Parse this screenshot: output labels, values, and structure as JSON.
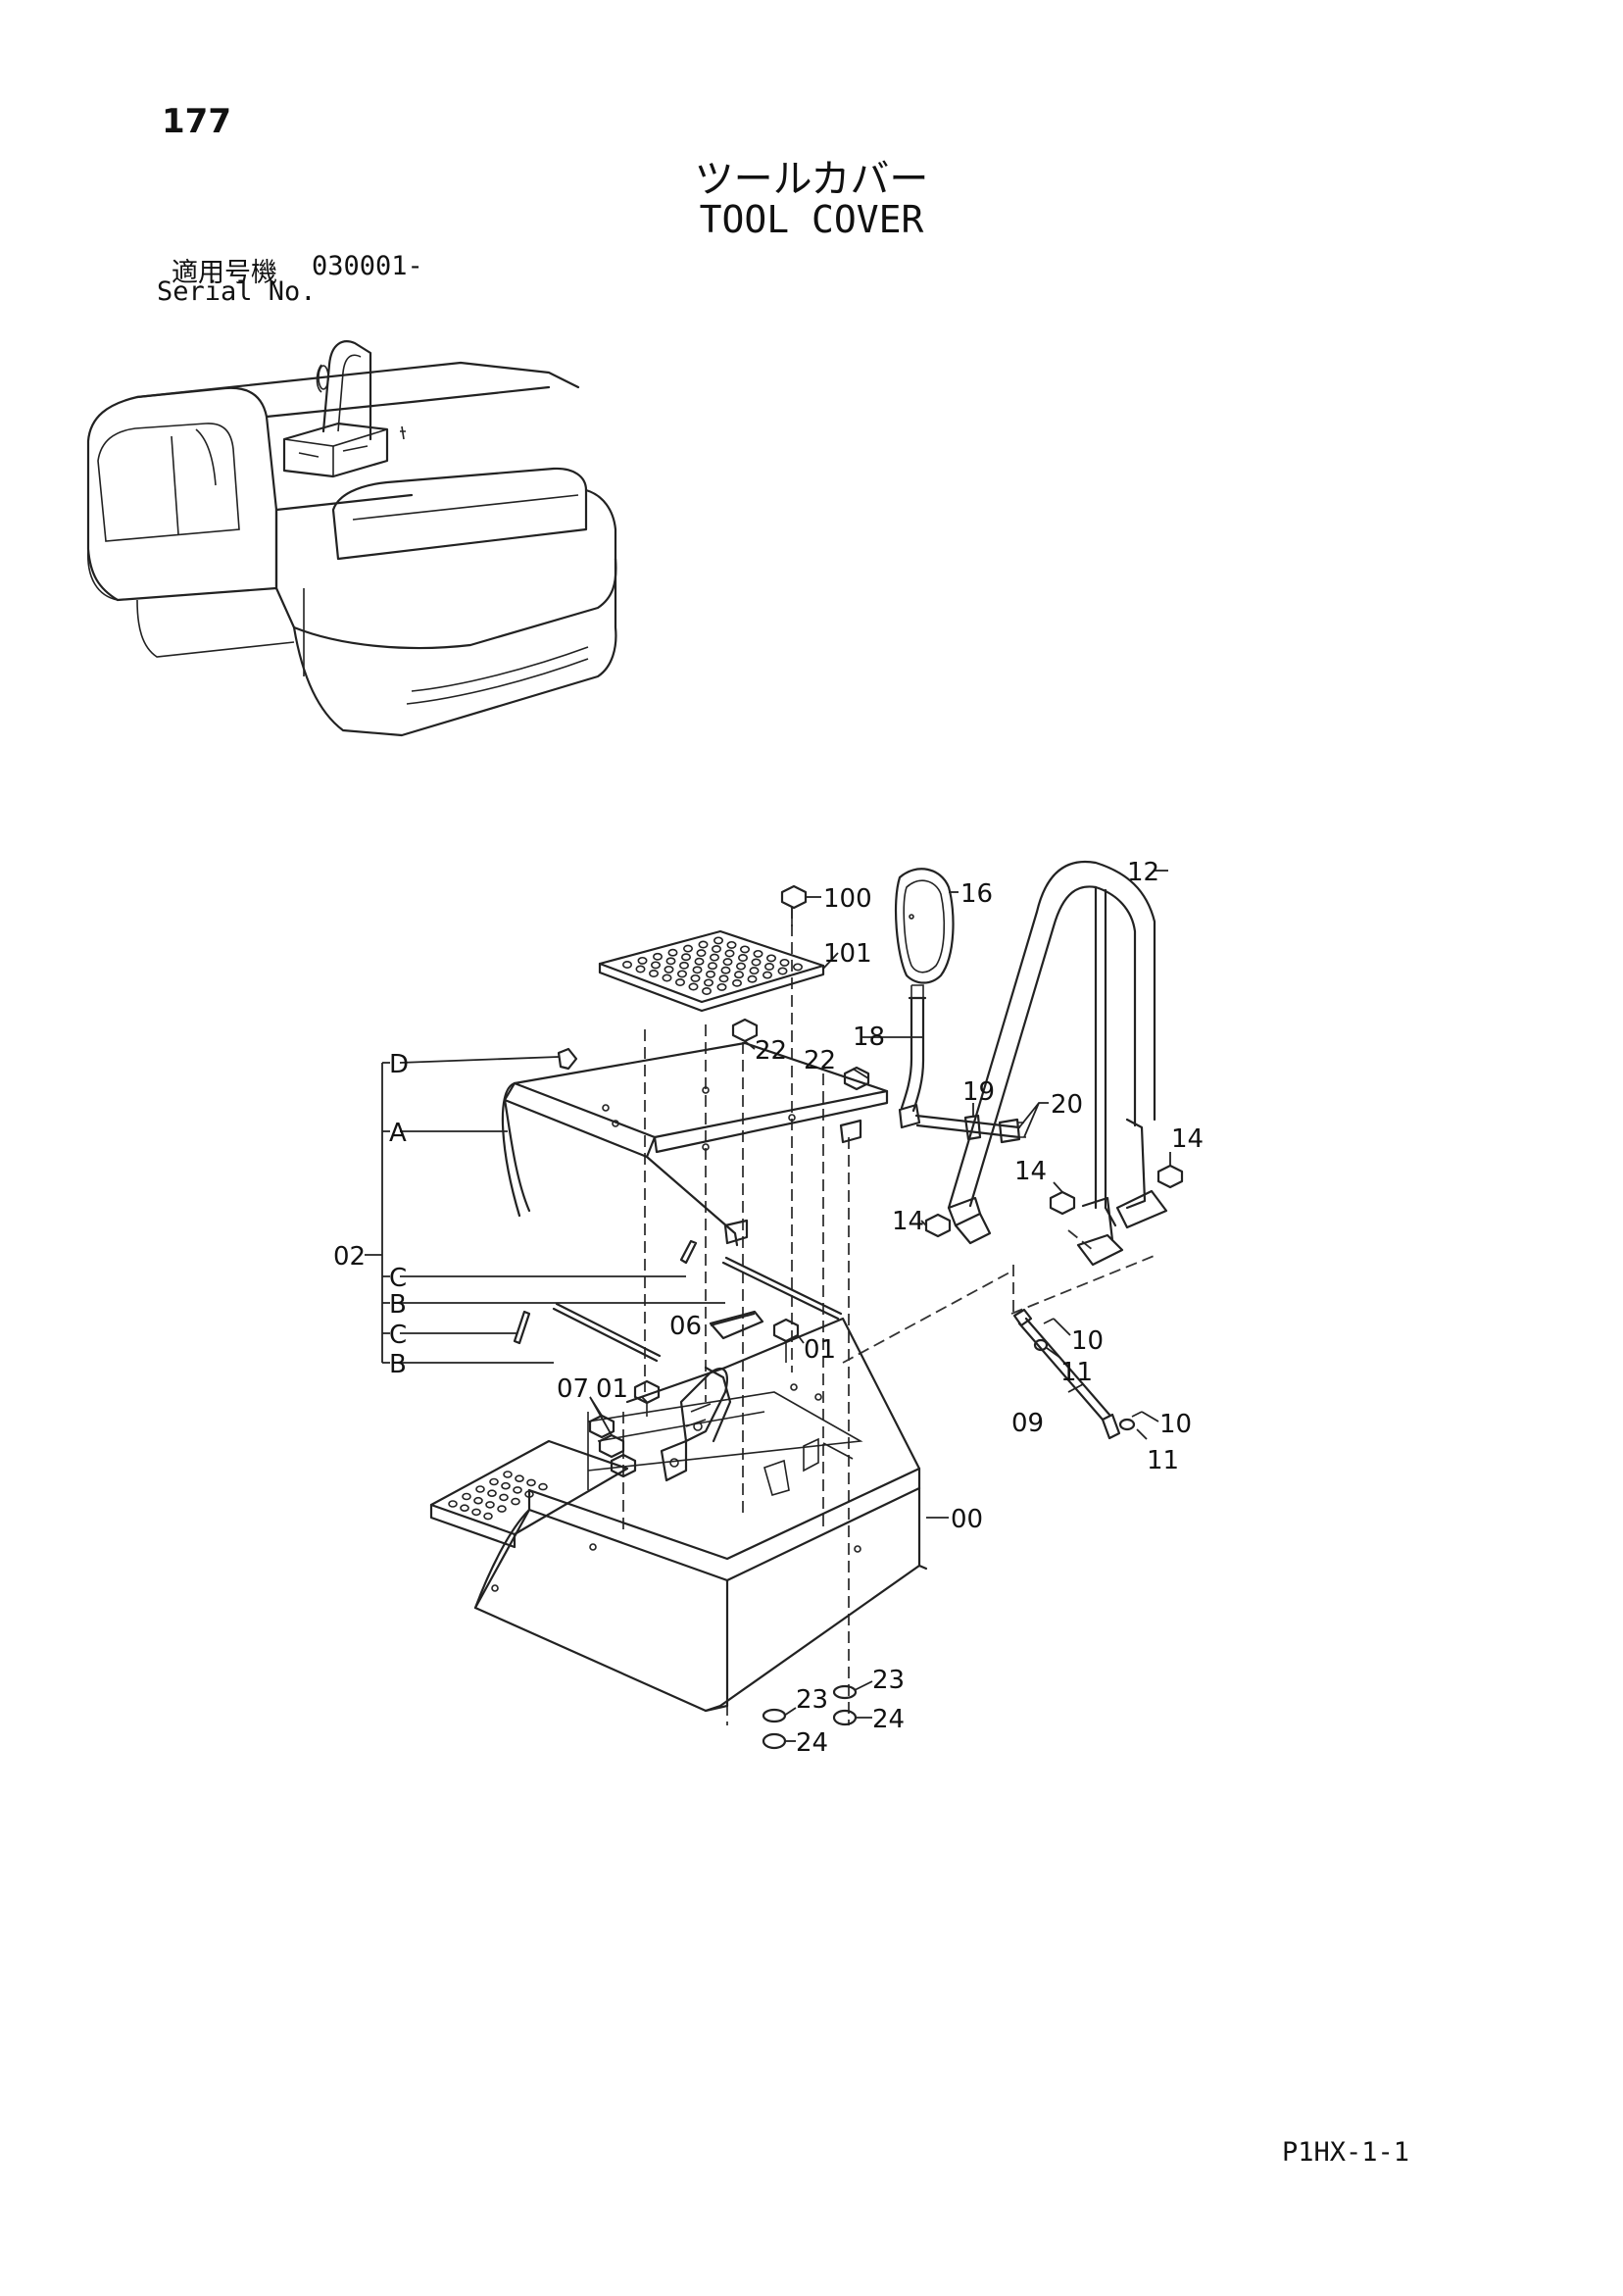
{
  "page": {
    "number": "177",
    "title_jp": "ツールカバー",
    "title_en": "TOOL COVER",
    "serial_label_jp": "適用号機",
    "serial_value": "030001-",
    "serial_label_en": "Serial No.",
    "footer_code": "P1HX-1-1"
  },
  "callouts": {
    "c100": "100",
    "c101": "101",
    "c16": "16",
    "c12": "12",
    "c18": "18",
    "c22a": "22",
    "c22b": "22",
    "c19": "19",
    "c20": "20",
    "c14a": "14",
    "c14b": "14",
    "c14c": "14",
    "cD": "D",
    "cA": "A",
    "c02": "02",
    "cC1": "C",
    "cB1": "B",
    "cC2": "C",
    "cB2": "B",
    "c06": "06",
    "c01a": "01",
    "c07": "07",
    "c01b": "01",
    "c10a": "10",
    "c11a": "11",
    "c09": "09",
    "c10b": "10",
    "c11b": "11",
    "c00": "00",
    "c23a": "23",
    "c23b": "23",
    "c24a": "24",
    "c24b": "24"
  }
}
